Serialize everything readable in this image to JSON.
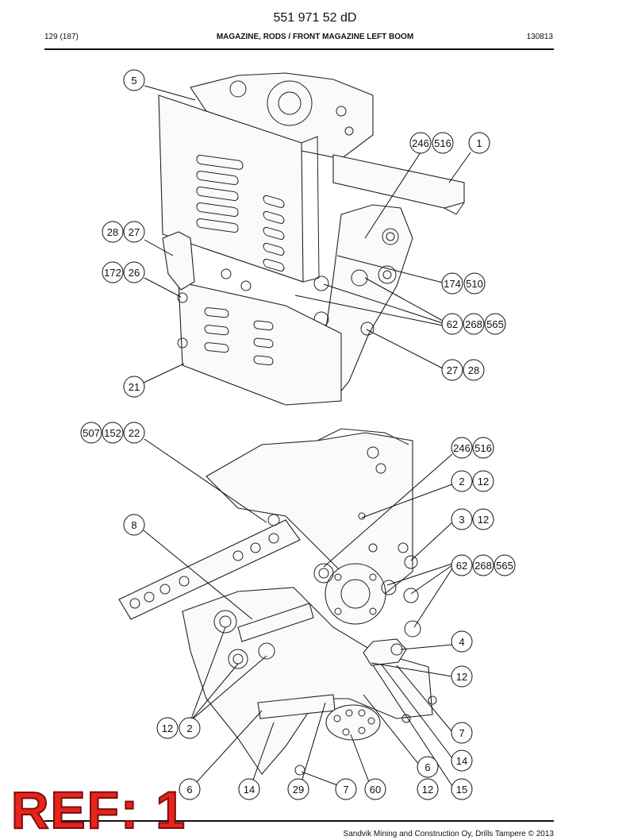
{
  "header": {
    "document_number": "551 971 52 dD",
    "page": "129 (187)",
    "title": "MAGAZINE, RODS / FRONT MAGAZINE LEFT BOOM",
    "date_code": "130813"
  },
  "footer": {
    "copyright": "Sandvik Mining and Construction Oy, Drills Tampere © 2013"
  },
  "stamp": {
    "text": "REF: 1"
  },
  "callouts_upper": [
    "5",
    "246",
    "516",
    "1",
    "28",
    "27",
    "172",
    "26",
    "174",
    "510",
    "62",
    "268",
    "565",
    "27",
    "28",
    "21"
  ],
  "callouts_lower": [
    "507",
    "152",
    "22",
    "246",
    "516",
    "2",
    "12",
    "8",
    "3",
    "12",
    "62",
    "268",
    "565",
    "4",
    "12",
    "12",
    "2",
    "7",
    "14",
    "6",
    "6",
    "14",
    "29",
    "7",
    "60",
    "12",
    "15"
  ]
}
